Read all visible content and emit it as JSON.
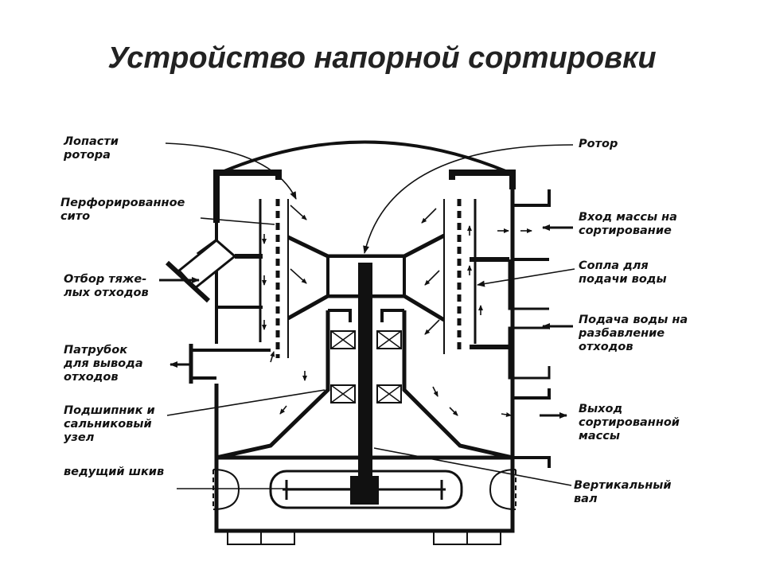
{
  "title": "Устройство напорной сортировки",
  "labels": {
    "blades": [
      "Лопасти",
      "ротора"
    ],
    "sieve": [
      "Перфорированное",
      "сито"
    ],
    "heavy": [
      "Отбор тяже-",
      "лых отходов"
    ],
    "nozzle": [
      "Патрубок",
      "для вывода",
      "отходов"
    ],
    "bearing": [
      "Подшипник и",
      "сальниковый",
      "узел"
    ],
    "pulley": [
      "ведущий шкив"
    ],
    "rotor": [
      "Ротор"
    ],
    "inlet": [
      "Вход массы на",
      "сортирование"
    ],
    "jets": [
      "Сопла для",
      "подачи воды"
    ],
    "water": [
      "Подача воды на",
      "разбавление",
      "отходов"
    ],
    "outlet": [
      "Выход",
      "сортированной",
      "массы"
    ],
    "shaft": [
      "Вертикальный",
      "вал"
    ]
  },
  "colors": {
    "ink": "#111111",
    "title": "#222222",
    "background": "#ffffff"
  }
}
